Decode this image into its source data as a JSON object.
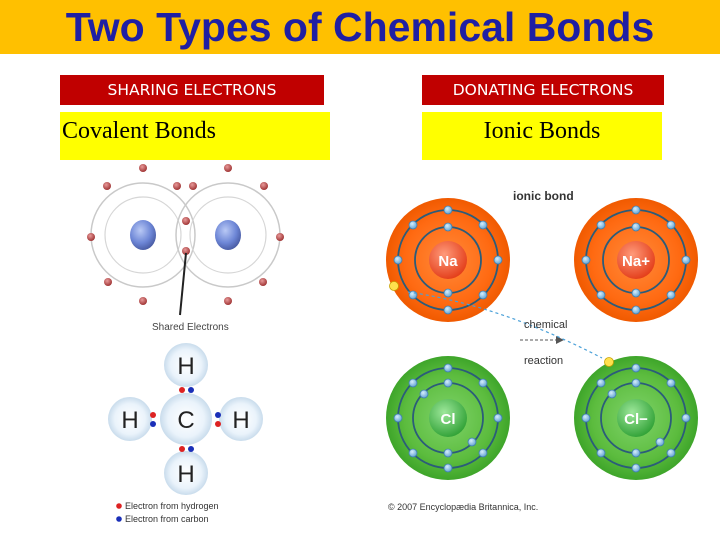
{
  "slide": {
    "title": "Two Types of Chemical Bonds",
    "colors": {
      "title_bar": "#ffc000",
      "title_text": "#1f1fa3",
      "label_red": "#c00000",
      "label_yellow": "#ffff00"
    }
  },
  "left": {
    "category_label": "SHARING ELECTRONS",
    "bond_label": "Covalent Bonds",
    "shared_caption": "Shared Electrons",
    "methane": {
      "top_atom": "H",
      "left_atom": "H",
      "center_atom": "C",
      "right_atom": "H",
      "bottom_atom": "H",
      "legend_hydrogen": "Electron from hydrogen",
      "legend_carbon": "Electron from carbon"
    }
  },
  "right": {
    "category_label": "DONATING ELECTRONS",
    "bond_label": "Ionic Bonds",
    "diagram_title": "ionic bond",
    "arrow_label_1": "chemical",
    "arrow_label_2": "reaction",
    "atoms": {
      "na": "Na",
      "na_ion": "Na+",
      "cl": "Cl",
      "cl_ion": "Cl−"
    },
    "credit": "© 2007 Encyclopædia Britannica, Inc."
  }
}
